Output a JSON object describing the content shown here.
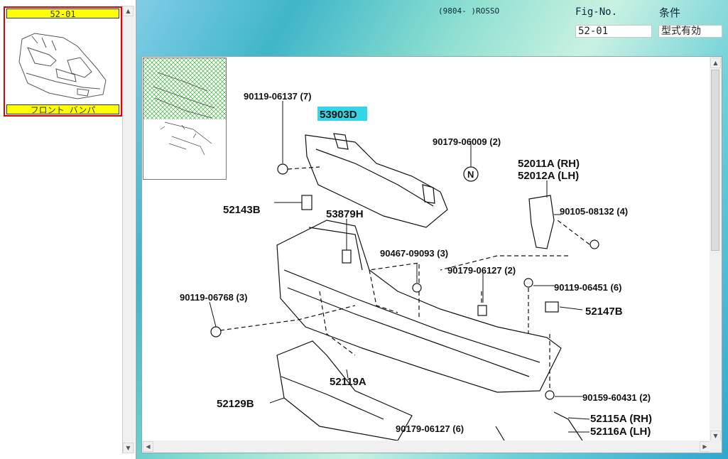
{
  "thumbnail": {
    "top_label": "52-01",
    "bottom_label": "フロント バンパ"
  },
  "header": {
    "model_range": "(9804-     )ROSSO",
    "fig_no_label": "Fig-No.",
    "condition_label": "条件",
    "fig_no_value": "52-01",
    "condition_value": "型式有効"
  },
  "diagram": {
    "highlighted_part": "53903D",
    "parts": [
      {
        "label": "90119-06137 (7)"
      },
      {
        "label": "53903D"
      },
      {
        "label": "90179-06009 (2)"
      },
      {
        "label": "52011A (RH)"
      },
      {
        "label": "52012A (LH)"
      },
      {
        "label": "52143B"
      },
      {
        "label": "53879H"
      },
      {
        "label": "90105-08132 (4)"
      },
      {
        "label": "90467-09093 (3)"
      },
      {
        "label": "90179-06127 (2)"
      },
      {
        "label": "90119-06451 (6)"
      },
      {
        "label": "90119-06768 (3)"
      },
      {
        "label": "52147B"
      },
      {
        "label": "52119A"
      },
      {
        "label": "52129B"
      },
      {
        "label": "90159-60431 (2)"
      },
      {
        "label": "52115A (RH)"
      },
      {
        "label": "90179-06127 (6)"
      },
      {
        "label": "52116A (LH)"
      },
      {
        "label": "N"
      }
    ]
  },
  "colors": {
    "highlight": "#33d6e6",
    "thumb_bar": "#ffff00",
    "thumb_border": "#e00000",
    "minimap_hatch": "#3bb33b"
  }
}
